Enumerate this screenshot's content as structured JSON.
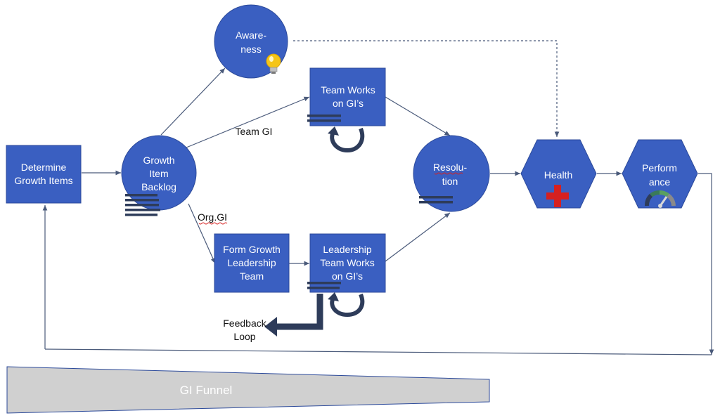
{
  "colors": {
    "node_fill": "#3a5fc1",
    "node_stroke": "#2c4a9a",
    "connector": "#4a5a7a",
    "dark_shape": "#2e3c5a",
    "funnel_fill": "#d0d0d0",
    "cross": "#d62020",
    "bulb": "#f5c518"
  },
  "nodes": {
    "determine": {
      "line1": "Determine",
      "line2": "Growth Items"
    },
    "backlog": {
      "line1": "Growth",
      "line2": "Item",
      "line3": "Backlog"
    },
    "awareness": {
      "line1": "Aware-",
      "line2": "ness"
    },
    "team_works": {
      "line1": "Team Works",
      "line2": "on GI’s"
    },
    "form_growth": {
      "line1": "Form Growth",
      "line2": "Leadership",
      "line3": "Team"
    },
    "leadership_works": {
      "line1": "Leadership",
      "line2": "Team Works",
      "line3": "on GI’s"
    },
    "resolution": {
      "line1": "Resolu-",
      "line2": "tion"
    },
    "health": {
      "label": "Health"
    },
    "performance": {
      "line1": "Perform",
      "line2": "ance"
    }
  },
  "edge_labels": {
    "team_gi": "Team GI",
    "org_gi": "Org.GI",
    "feedback_line1": "Feedback",
    "feedback_line2": "Loop"
  },
  "funnel": {
    "label": "GI Funnel"
  },
  "icons": {
    "backlog": "list-lines-icon",
    "awareness": "lightbulb-icon",
    "loop": "circular-arrow-icon",
    "health": "red-cross-icon",
    "performance": "gauge-icon"
  }
}
